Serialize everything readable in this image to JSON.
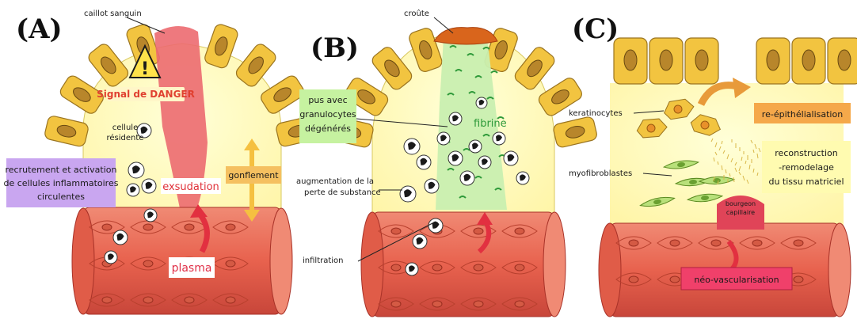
{
  "panels": {
    "a": {
      "letter": "(A)",
      "caillot": "caillot sanguin",
      "signal": "Signal de DANGER",
      "cellule_line1": "cellule",
      "cellule_line2": "résidente",
      "recrutement": [
        "recrutement et activation",
        "de cellules inflammatoires",
        "circulentes"
      ],
      "exsudation": "exsudation",
      "gonflement": "gonflement",
      "plasma": "plasma"
    },
    "b": {
      "letter": "(B)",
      "croute": "croûte",
      "pus": [
        "pus avec",
        "granulocytes",
        "dégénérés"
      ],
      "fibrine": "fibrine",
      "augmentation": [
        "augmentation de la",
        "perte de substance"
      ],
      "infiltration": "infiltration"
    },
    "c": {
      "letter": "(C)",
      "keratinocytes": "keratinocytes",
      "reepi": "re-épithélialisation",
      "reconstruction": [
        "reconstruction",
        "-remodelage",
        "du tissu matriciel"
      ],
      "myofibroblastes": "myofibroblastes",
      "bourgeon": [
        "bourgeon",
        "capillaire"
      ],
      "neovasc": "néo-vascularisation"
    }
  },
  "colors": {
    "epithelium": "#f2c440",
    "nucleus": "#b8862b",
    "tissue": "#ffffc8",
    "vessel": "#e8725e",
    "vessel_dark": "#c0392b",
    "clot": "#e8606a",
    "fibrin": "#c9efb0",
    "purple_box": "#c9a6f0",
    "orange_box": "#f5b84a",
    "green_box": "#c6f2a0",
    "pink_box": "#f0406a"
  }
}
